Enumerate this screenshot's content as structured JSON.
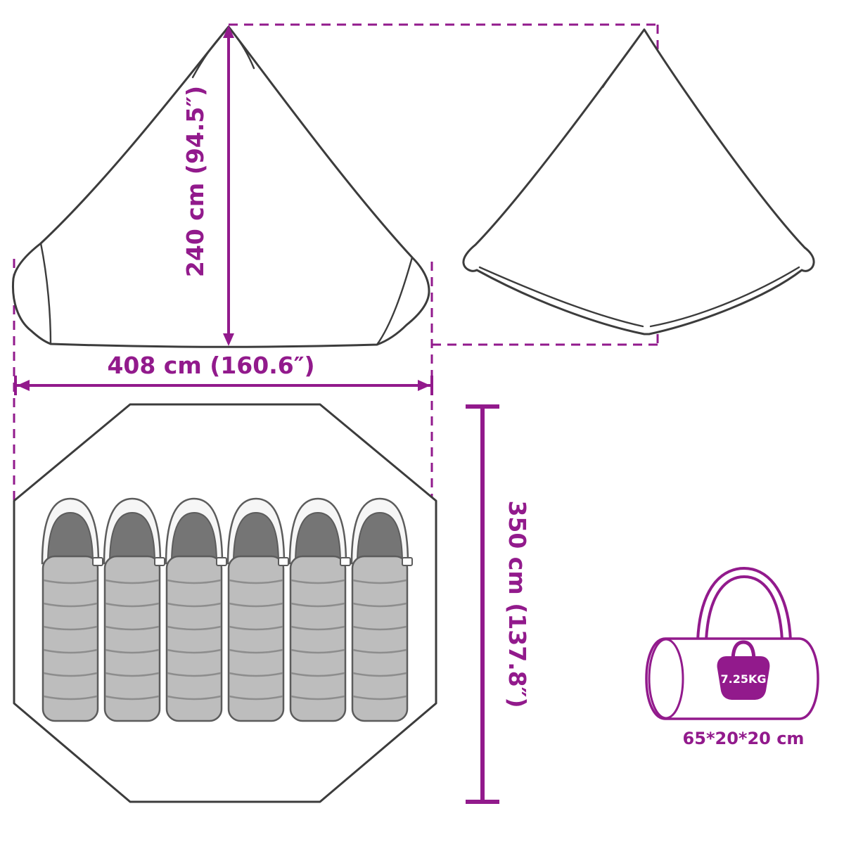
{
  "image_type": "product-dimension-diagram",
  "subject": "teepee-tent-with-sleeping-capacity-and-carry-bag",
  "colors": {
    "accent": "#921a8c",
    "outline": "#3c3c3c",
    "bag_body": "#bdbdbd",
    "bag_stripe": "#8d8d8d",
    "bag_hood": "#757575",
    "background": "#ffffff"
  },
  "labels": {
    "tent_height": "240 cm (94.5″)",
    "tent_width": "408 cm (160.6″)",
    "floor_depth": "350 cm (137.8″)",
    "pack_weight": "7.25KG",
    "pack_dimensions": "65*20*20 cm"
  },
  "floor_plan": {
    "sleeping_bag_count": 6
  }
}
